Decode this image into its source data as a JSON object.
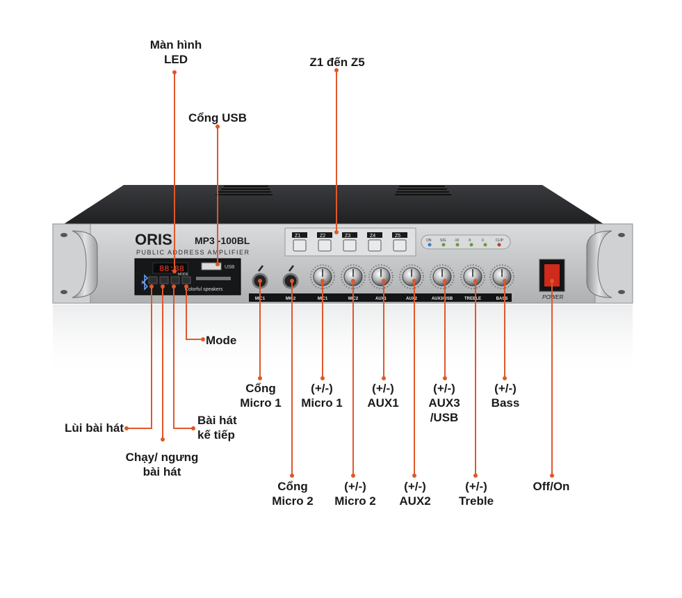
{
  "colors": {
    "accent": "#e0572a",
    "panel": "#c9cbcd",
    "top_cover": "#2b2c2e",
    "text": "#1a1a1a"
  },
  "device": {
    "brand": "ORIS",
    "model": "MP3 -100BL",
    "subtitle": "PUBLIC ADDRESS AMPLIFIER",
    "mp3_display": "88:88",
    "usb_label": "USB",
    "mp3_footer": "Colorful speakers",
    "mode_label": "MODE",
    "zone_buttons": [
      "Z1",
      "Z2",
      "Z3",
      "Z4",
      "Z5"
    ],
    "indicator_labels": [
      "ON",
      "SIG",
      "-10",
      "-5",
      "0",
      "CLIP"
    ],
    "strip_labels": [
      "MIC1",
      "MIC2",
      "MIC1",
      "MIC2",
      "AUX1",
      "AUX2",
      "AUX3/USB",
      "TREBLE",
      "BASS"
    ],
    "power_label": "POWER",
    "icons": [
      "microphone-icon",
      "bluetooth-icon",
      "prev-icon",
      "play-pause-icon",
      "next-icon"
    ]
  },
  "callouts": {
    "led_screen": [
      "Màn hình",
      "LED"
    ],
    "zones": [
      "Z1 đến Z5"
    ],
    "usb_port": [
      "Cổng USB"
    ],
    "mode": [
      "Mode"
    ],
    "mic1_port": [
      "Cổng",
      "Micro 1"
    ],
    "mic1_volume": [
      "(+/-)",
      "Micro 1"
    ],
    "aux1_volume": [
      "(+/-)",
      "AUX1"
    ],
    "aux3_volume": [
      "(+/-)",
      "AUX3",
      "/USB"
    ],
    "bass": [
      "(+/-)",
      "Bass"
    ],
    "prev_track": [
      "Lùi bài hát"
    ],
    "next_track": [
      "Bài hát",
      "kế tiếp"
    ],
    "play_pause": [
      "Chạy/ ngưng",
      "bài hát"
    ],
    "mic2_port": [
      "Cổng",
      "Micro 2"
    ],
    "mic2_volume": [
      "(+/-)",
      "Micro 2"
    ],
    "aux2_volume": [
      "(+/-)",
      "AUX2"
    ],
    "treble": [
      "(+/-)",
      "Treble"
    ],
    "power": [
      "Off/On"
    ]
  }
}
